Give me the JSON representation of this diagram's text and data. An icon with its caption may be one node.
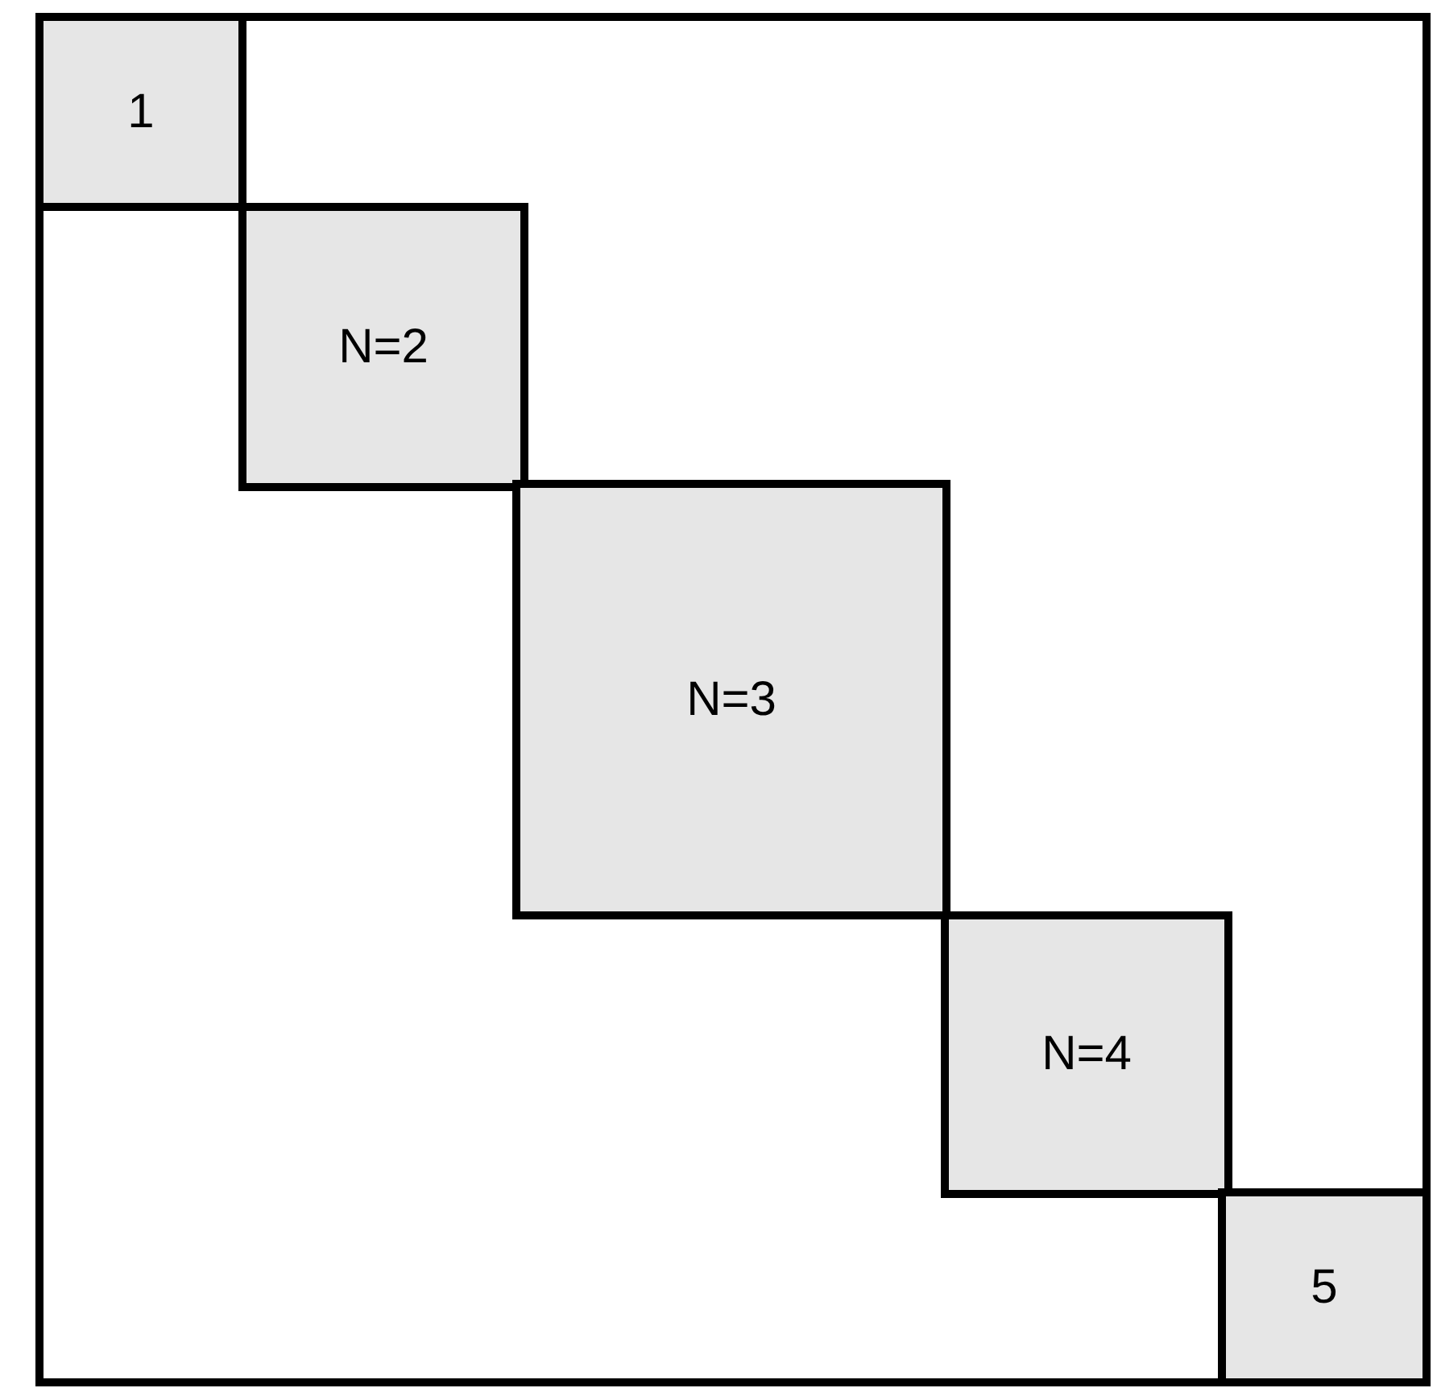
{
  "diagram": {
    "nodes": [
      {
        "text": [],
        "shape": "box"
      },
      {
        "text": [
          "1"
        ],
        "in": 0
      },
      {
        "text": [
          "N=2"
        ],
        "in": 0
      },
      {
        "text": [
          "N=3"
        ],
        "in": 0
      },
      {
        "text": [
          "N=4"
        ],
        "in": 0
      },
      {
        "text": [
          "5"
        ],
        "in": 0
      }
    ]
  }
}
